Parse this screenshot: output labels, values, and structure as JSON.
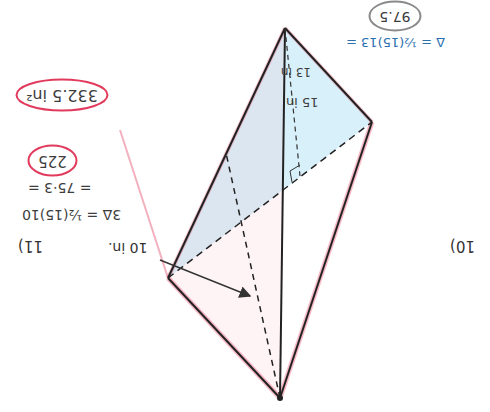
{
  "diagram": {
    "nodes": [
      {
        "text": [
          "97.5"
        ]
      },
      {
        "text": [
          "332.5 in²"
        ]
      },
      {
        "text": [
          "225"
        ]
      }
    ],
    "labels": [
      "10)",
      "11)",
      "10 in.",
      "3Δ = ½(15)10",
      "= 75·3 =",
      "15 in",
      "13 in",
      "Δ = ½(15)13 ="
    ]
  }
}
